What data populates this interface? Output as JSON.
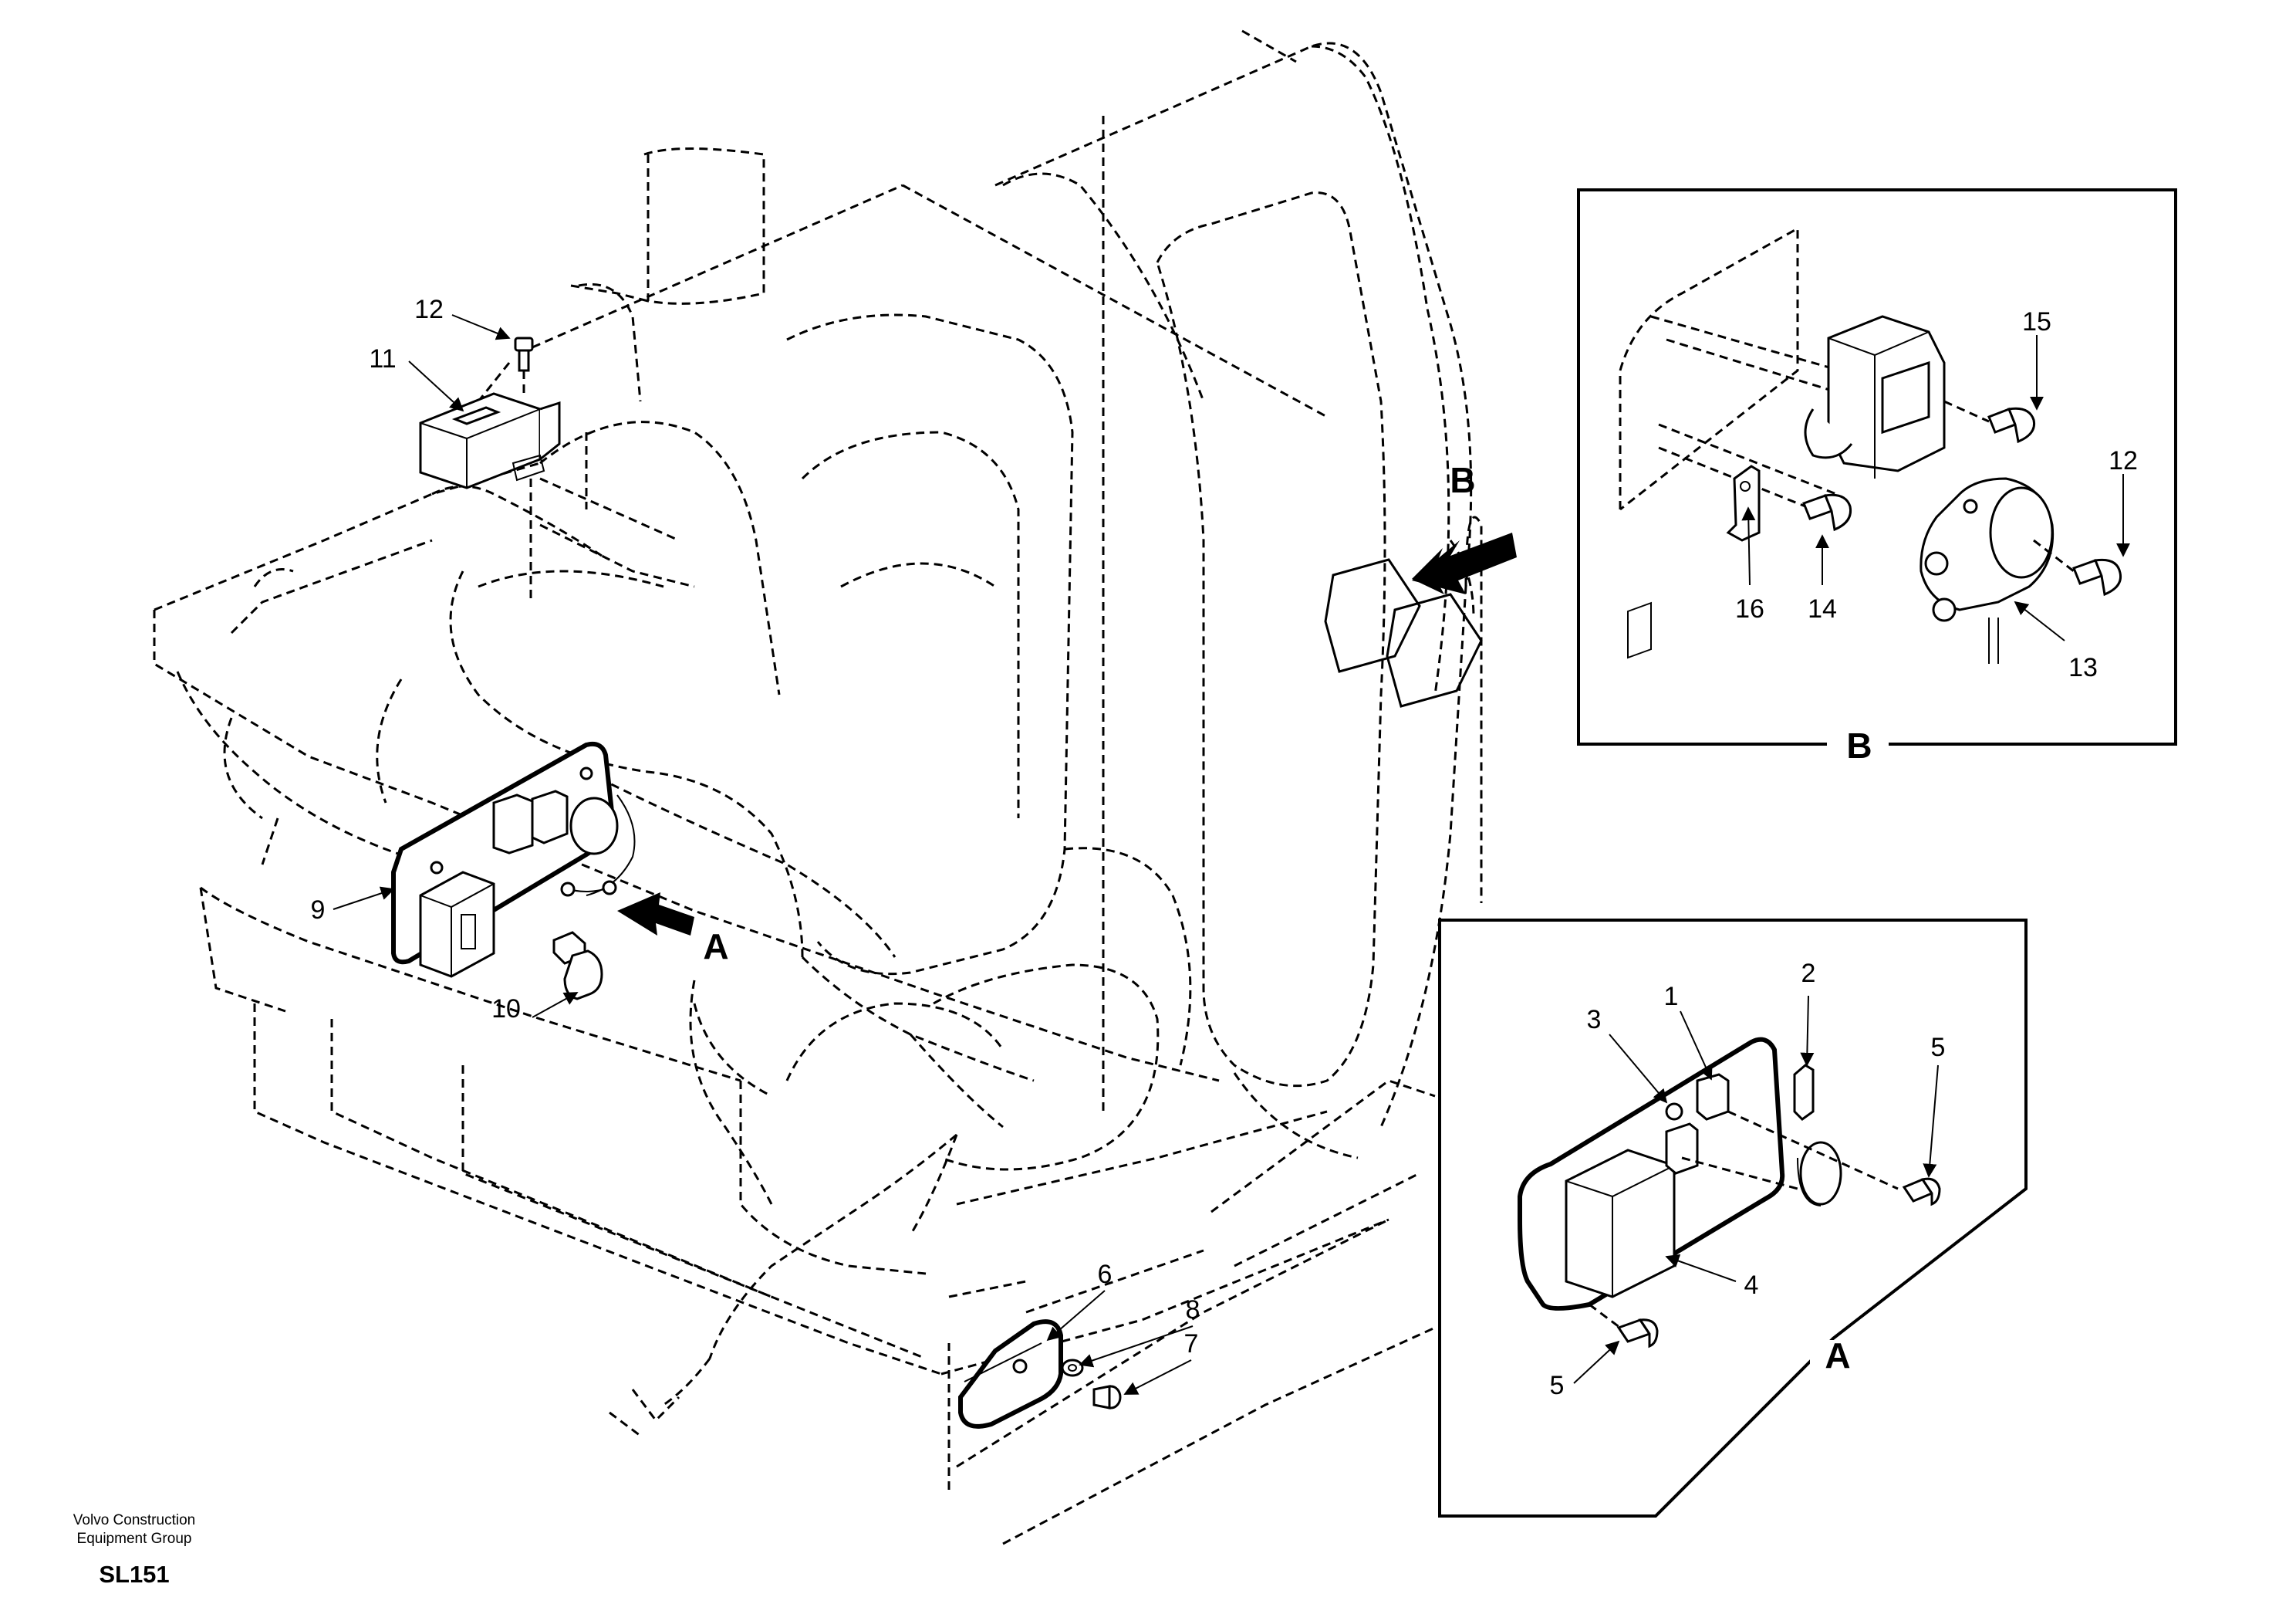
{
  "diagram": {
    "view_letters": [
      "A",
      "B"
    ],
    "callouts": {
      "main": [
        "12",
        "11",
        "9",
        "10",
        "6",
        "8",
        "7"
      ],
      "view_b": [
        "15",
        "12",
        "16",
        "14",
        "13"
      ],
      "view_a": [
        "1",
        "2",
        "3",
        "5",
        "4",
        "5"
      ]
    }
  },
  "footer": {
    "org_line1": "Volvo Construction",
    "org_line2": "Equipment Group",
    "code": "SL151"
  }
}
